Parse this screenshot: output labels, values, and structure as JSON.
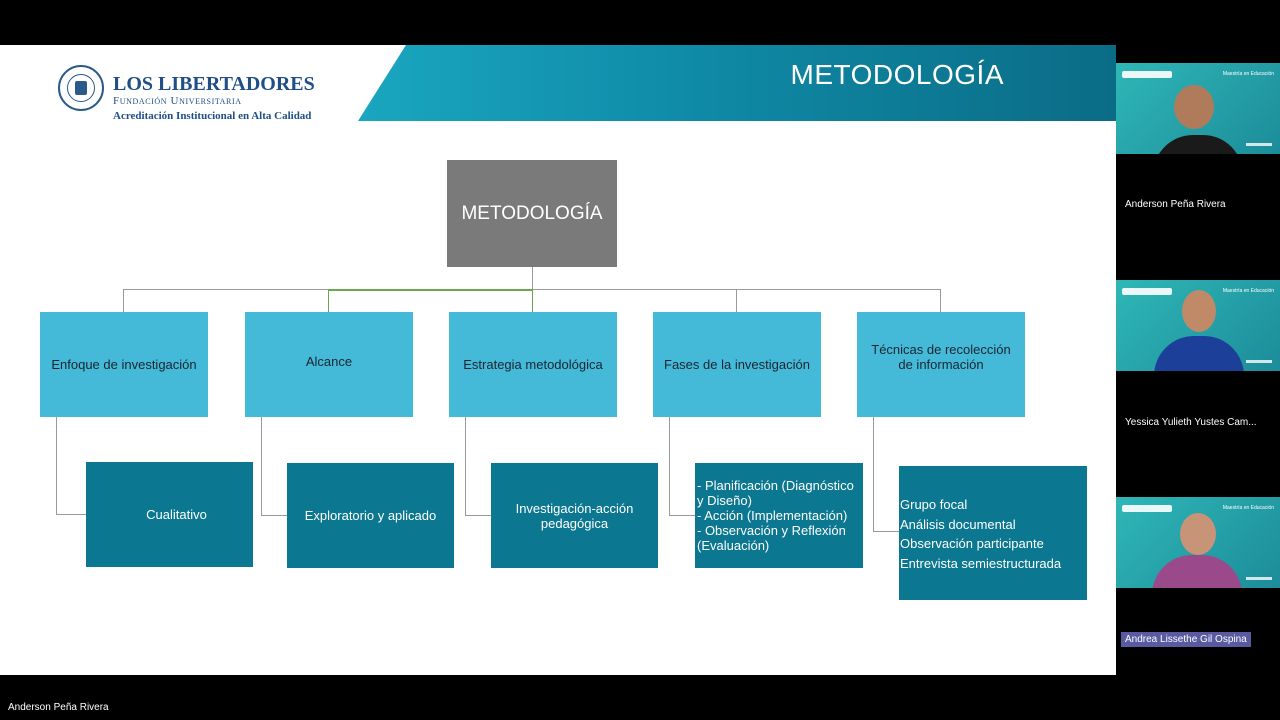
{
  "slide": {
    "title": "METODOLOGÍA",
    "logo": {
      "name": "LOS LIBERTADORES",
      "subtitle": "Fundación Universitaria",
      "accreditation": "Acreditación Institucional en Alta Calidad"
    },
    "root": "METODOLOGÍA",
    "branches": [
      {
        "title": "Enfoque de investigación",
        "detail": "Cualitativo"
      },
      {
        "title": "Alcance",
        "detail": "Exploratorio y aplicado"
      },
      {
        "title": "Estrategia metodológica",
        "detail": "Investigación-acción pedagógica"
      },
      {
        "title": "Fases de la investigación",
        "detail": "- Planificación (Diagnóstico y Diseño)\n- Acción (Implementación)\n- Observación  y Reflexión (Evaluación)"
      },
      {
        "title": "Técnicas de recolección de información",
        "detail": "Grupo focal\nAnálisis documental\nObservación participante\n Entrevista semiestructurada"
      }
    ]
  },
  "participants": [
    {
      "name": "Anderson Peña Rivera",
      "tile_tag": "Maestría en Educación",
      "skin": "#b07b5a",
      "shirt": "#1a1a1a"
    },
    {
      "name": "Yessica Yulieth Yustes Cam...",
      "tile_tag": "Maestría en Educación",
      "skin": "#c08a68",
      "shirt": "#1c3f9a"
    },
    {
      "name": "Andrea Lissethe Gil Ospina",
      "tile_tag": "Maestría en Educación",
      "skin": "#c89478",
      "shirt": "#9a4a8a"
    }
  ],
  "active_speaker": "Anderson Peña Rivera"
}
